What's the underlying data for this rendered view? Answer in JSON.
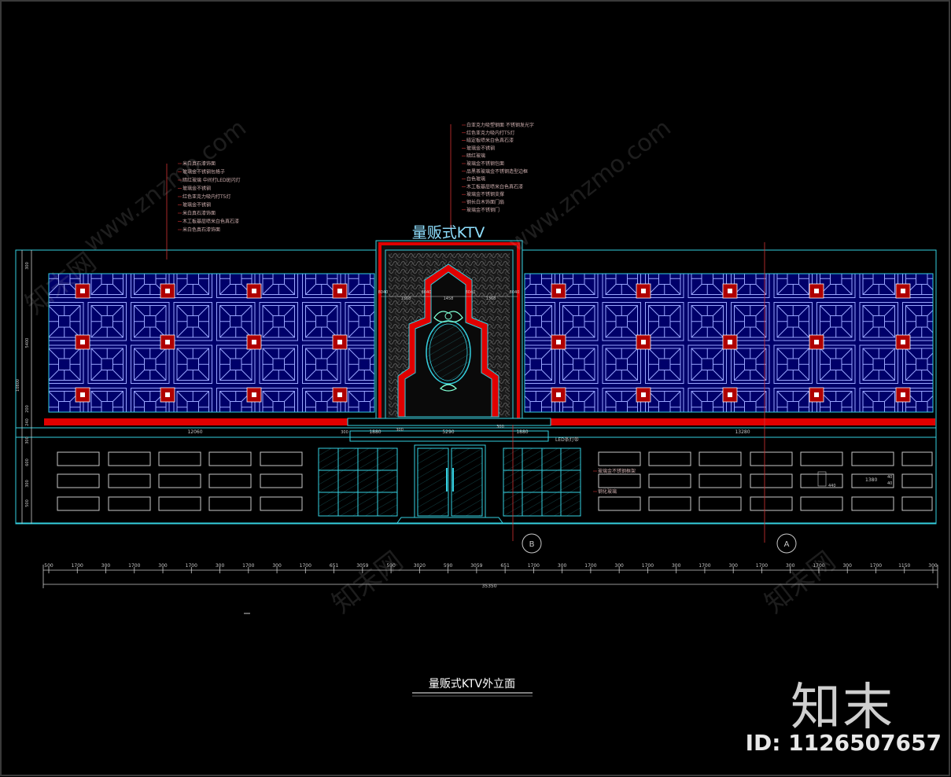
{
  "facade_title": "量贩式KTV",
  "drawing_title": "量贩式KTV外立面",
  "brand_logo": "知末",
  "id_label": "ID: 1126507657",
  "watermark": "www.znzmo.com",
  "watermark_cn": "知末网",
  "colors": {
    "background": "#000000",
    "line_cyan": "#35d0e0",
    "line_blue": "#5a6cff",
    "accent_red": "#e00000",
    "dim_text": "#c8c8c8"
  },
  "left_notes": [
    "米白真石漆饰面",
    "玻璃金不锈钢包格子",
    "暗红玻璃 中间打LED斑闪灯",
    "玻璃金不锈钢",
    "红色亚克力吸内打T5灯",
    "玻璃金不锈钢",
    "米白真石漆饰面",
    "木工板基层喷米白色真石漆",
    "米白色真石漆饰面"
  ],
  "center_notes": [
    "白亚克力吸塑钢面 不锈钢发光字",
    "红色亚克力吸内打T5灯",
    "暗定板喷米白色真石漆",
    "玻璃金不锈钢",
    "暗红玻璃",
    "玻璃金不锈钢包面",
    "品黑茶玻璃金不锈钢造型边框",
    "白色玻璃",
    "木工板基层喷米白色真石漆",
    "玻璃金不锈钢支撑",
    "钢长白木饰面门扇",
    "玻璃金不锈钢门"
  ],
  "right_notes": [
    "玻璃金不锈钢框架",
    "钢化玻璃"
  ],
  "led_label": "LED条灯带",
  "dimensions": {
    "left_vertical": [
      "300",
      "5400",
      "200",
      "240",
      "300",
      "600",
      "300",
      "500",
      "10800"
    ],
    "top_center": [
      "1368",
      "1458",
      "1368"
    ],
    "top_center_marks": [
      "8040",
      "8040",
      "8040",
      "8040"
    ],
    "band_left": "12060",
    "band_right": "13280",
    "band_center": [
      "1880",
      "5290",
      "1880"
    ],
    "band_small": [
      "300",
      "300",
      "300"
    ],
    "bottom": [
      "500",
      "1700",
      "300",
      "1700",
      "300",
      "1700",
      "300",
      "1700",
      "300",
      "1700",
      "651",
      "3059",
      "590",
      "3020",
      "590",
      "3059",
      "651",
      "1700",
      "300",
      "1700",
      "300",
      "1700",
      "300",
      "1700",
      "300",
      "1700",
      "300",
      "1700",
      "300",
      "1700",
      "1150",
      "300"
    ],
    "total": "35350",
    "window_detail": [
      "1380",
      "440",
      "40",
      "40"
    ]
  },
  "section_marks": [
    "B",
    "A"
  ]
}
